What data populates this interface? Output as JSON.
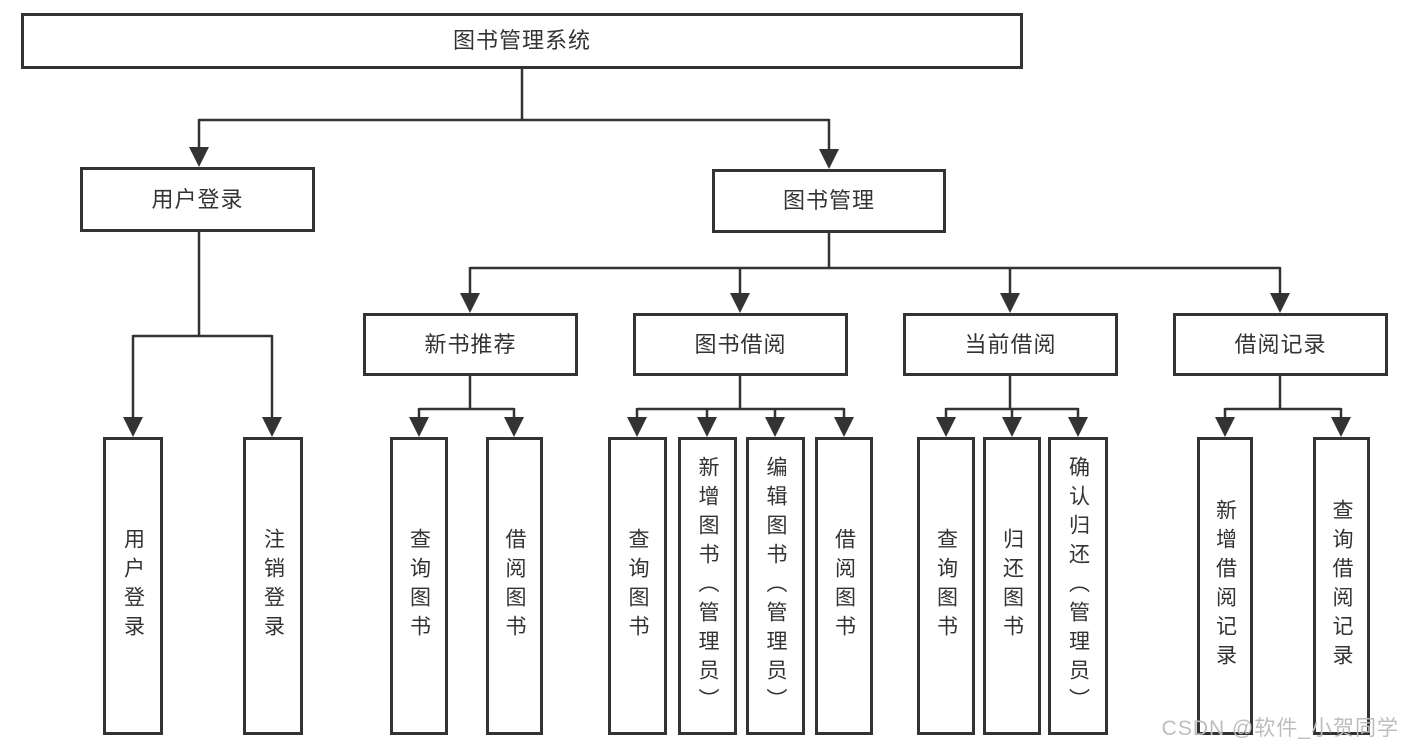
{
  "diagram": {
    "root": {
      "label": "图书管理系统"
    },
    "user_branch": {
      "label": "用户登录",
      "children": [
        {
          "label": "用户登录"
        },
        {
          "label": "注销登录"
        }
      ]
    },
    "book_branch": {
      "label": "图书管理",
      "groups": [
        {
          "label": "新书推荐",
          "children": [
            {
              "label": "查询图书"
            },
            {
              "label": "借阅图书"
            }
          ]
        },
        {
          "label": "图书借阅",
          "children": [
            {
              "label": "查询图书"
            },
            {
              "label": "新增图书（管理员）"
            },
            {
              "label": "编辑图书（管理员）"
            },
            {
              "label": "借阅图书"
            }
          ]
        },
        {
          "label": "当前借阅",
          "children": [
            {
              "label": "查询图书"
            },
            {
              "label": "归还图书"
            },
            {
              "label": "确认归还（管理员）"
            }
          ]
        },
        {
          "label": "借阅记录",
          "children": [
            {
              "label": "新增借阅记录"
            },
            {
              "label": "查询借阅记录"
            }
          ]
        }
      ]
    }
  },
  "watermark": {
    "text": "CSDN @软件_小贺同学"
  },
  "colors": {
    "line": "#333333",
    "box_background": "#ffffff",
    "watermark": "#bdbdbd"
  }
}
